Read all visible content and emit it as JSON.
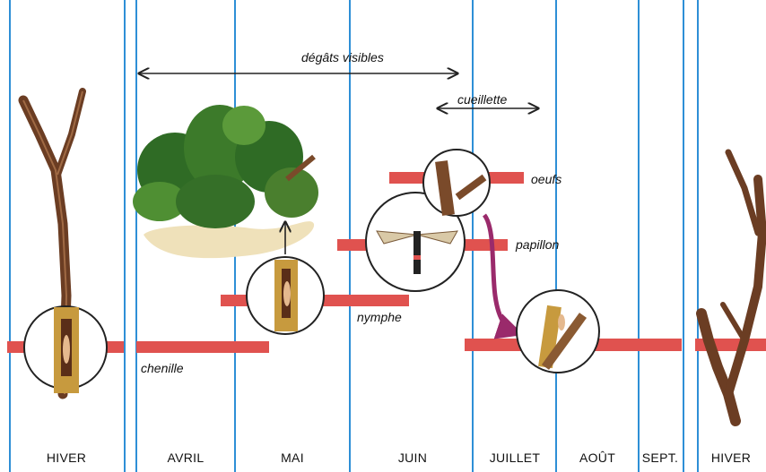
{
  "months": [
    "HIVER",
    "AVRIL",
    "MAI",
    "JUIN",
    "JUILLET",
    "AOÛT",
    "SEPT.",
    "HIVER"
  ],
  "ranges": {
    "damage": "dégâts visibles",
    "harvest": "cueillette"
  },
  "stages": {
    "larva": "chenille",
    "pupa": "nymphe",
    "adult": "papillon",
    "eggs": "oeufs"
  },
  "colors": {
    "month_line": "#2e8fd6",
    "stage_bar": "#e0524f",
    "arrow_purple": "#9a2a6b",
    "twig": "#6b3d23",
    "foliage": "#3c7a2a"
  }
}
